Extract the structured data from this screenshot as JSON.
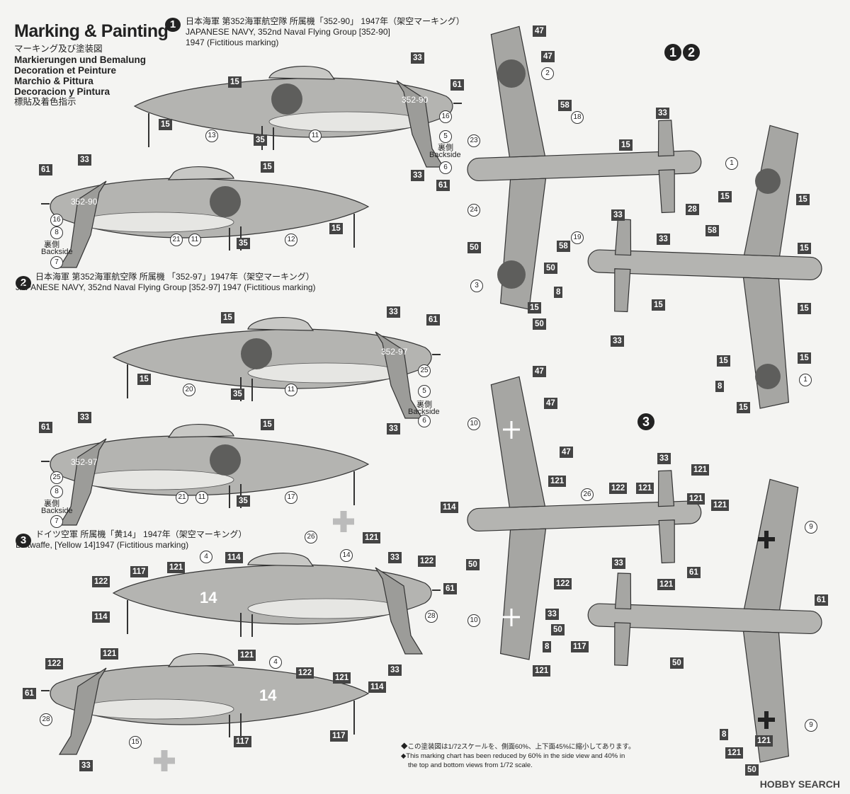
{
  "header": {
    "title": "Marking & Painting",
    "subtitles": [
      "マーキング及び塗装図",
      "Markierungen und Bemalung",
      "Decoration et Peinture",
      "Marchio & Pittura",
      "Decoracion y Pintura",
      "標貼及着色指示"
    ]
  },
  "schemes": [
    {
      "number": "1",
      "caption_jp": "日本海軍 第352海軍航空隊 所属機「352-90」 1947年（架空マーキング）",
      "caption_en": "JAPANESE NAVY, 352nd Naval Flying Group [352-90]",
      "caption_en2": "1947 (Fictitious marking)"
    },
    {
      "number": "2",
      "caption_jp": "日本海軍 第352海軍航空隊 所属機 「352-97」1947年（架空マーキング）",
      "caption_en": "JAPANESE NAVY, 352nd Naval Flying Group [352-97] 1947 (Fictitious marking)"
    },
    {
      "number": "3",
      "caption_jp": "ドイツ空軍 所属機「黄14」 1947年（架空マーキング）",
      "caption_en": "Luftwaffe, [Yellow 14]1947 (Fictitious marking)"
    }
  ],
  "scheme_group_labels": {
    "top_right_1": "1",
    "top_right_2": "2",
    "mid_right": "3"
  },
  "backside_label_jp": "裏側",
  "backside_label_en": "Backside",
  "fuselage_codes": {
    "s1": "352-90",
    "s2": "352-97",
    "s3": "14"
  },
  "callouts_boxed": [
    "47",
    "47",
    "58",
    "33",
    "15",
    "61",
    "15",
    "33",
    "15",
    "33",
    "35",
    "61",
    "15",
    "33",
    "15",
    "61",
    "35",
    "15",
    "28",
    "33",
    "50",
    "33",
    "15",
    "58",
    "15",
    "58",
    "15",
    "50",
    "15",
    "8",
    "15",
    "15",
    "33",
    "50",
    "15",
    "33",
    "61",
    "33",
    "35",
    "15",
    "33",
    "61",
    "15",
    "35",
    "15",
    "8",
    "15",
    "47",
    "47",
    "47",
    "121",
    "33",
    "121",
    "122",
    "121",
    "121",
    "114",
    "61",
    "121",
    "122",
    "50",
    "121",
    "33",
    "33",
    "50",
    "8",
    "121",
    "50",
    "117",
    "114",
    "121",
    "122",
    "114",
    "117",
    "121",
    "122",
    "33",
    "61",
    "122",
    "121",
    "121",
    "117",
    "33",
    "61",
    "122",
    "121",
    "121",
    "61",
    "114",
    "117",
    "33",
    "8",
    "121",
    "50"
  ],
  "callouts_circled": [
    "2",
    "18",
    "23",
    "16",
    "5",
    "6",
    "1",
    "13",
    "11",
    "16",
    "8",
    "7",
    "21",
    "11",
    "12",
    "24",
    "19",
    "3",
    "1",
    "20",
    "11",
    "25",
    "5",
    "6",
    "25",
    "8",
    "7",
    "21",
    "11",
    "17",
    "10",
    "26",
    "4",
    "14",
    "26",
    "9",
    "10",
    "28",
    "4",
    "15",
    "28",
    "9"
  ],
  "footnote": {
    "line1": "◆この塗装図は1/72スケールを、側面60%、上下面45%に縮小してあります。",
    "line2": "◆This marking chart has been reduced by 60% in the side view and 40% in",
    "line3": "the top and bottom views from 1/72 scale."
  },
  "watermark": "HOBBY SEARCH",
  "colors": {
    "fill_dark": "#8a8a88",
    "fill_mid": "#b8b8b5",
    "fill_light": "#d6d6d3",
    "outline": "#333333",
    "roundel": "#5e5e5c"
  }
}
